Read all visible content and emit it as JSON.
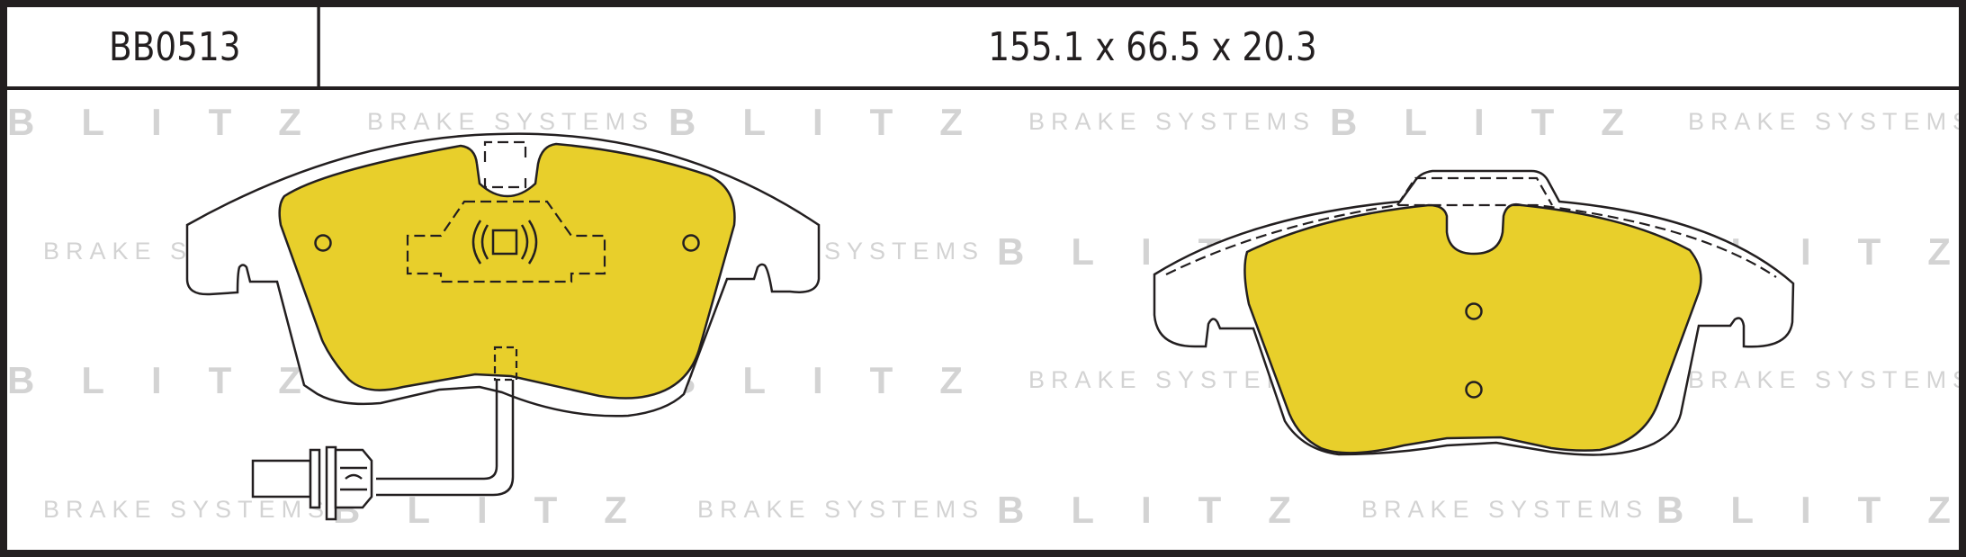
{
  "header": {
    "part_code": "BB0513",
    "dimensions": "155.1 x 66.5 x 20.3"
  },
  "watermark": {
    "blitz": "BLITZ",
    "brake": "BRAKE SYSTEMS"
  },
  "colors": {
    "pad_fill": "#e8cf2b",
    "line": "#231f20",
    "watermark": "#d3d3d3"
  }
}
